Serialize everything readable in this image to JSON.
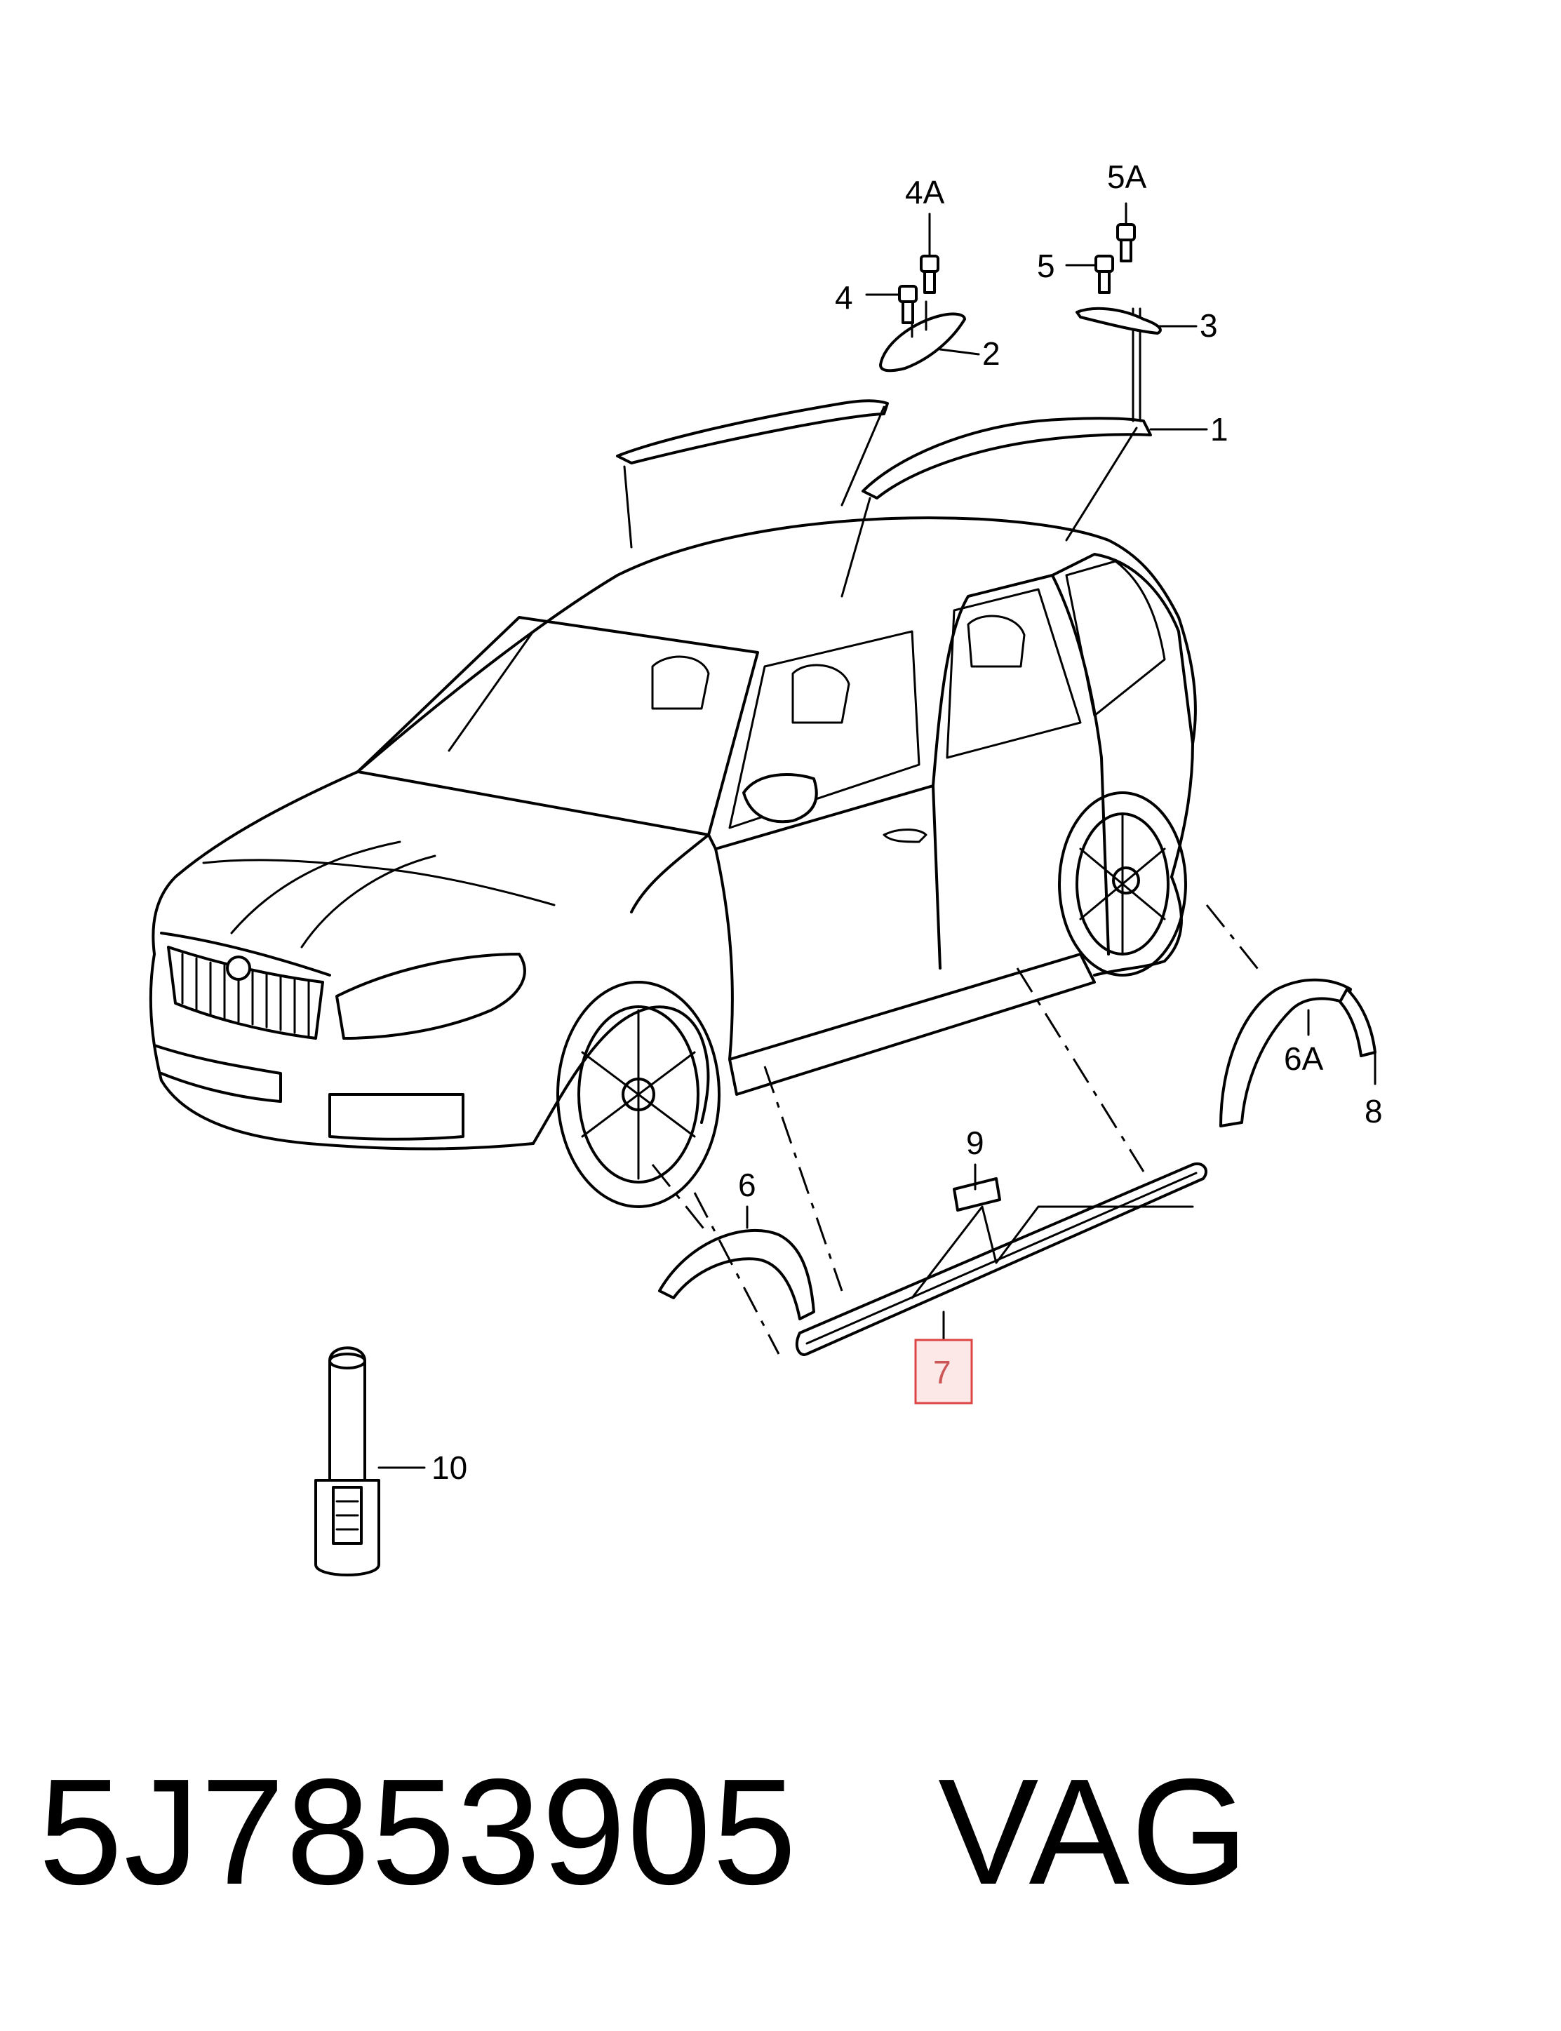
{
  "callouts": {
    "c1": "1",
    "c2": "2",
    "c3": "3",
    "c4": "4",
    "c4a": "4A",
    "c5": "5",
    "c5a": "5A",
    "c6": "6",
    "c6a": "6A",
    "c7": "7",
    "c8": "8",
    "c9": "9",
    "c10": "10"
  },
  "footer": {
    "part_number": "5J7853905",
    "brand": "VAG"
  },
  "colors": {
    "highlight_fill": "#fde8e8",
    "highlight_stroke": "#d44",
    "highlight_text": "#c55"
  }
}
